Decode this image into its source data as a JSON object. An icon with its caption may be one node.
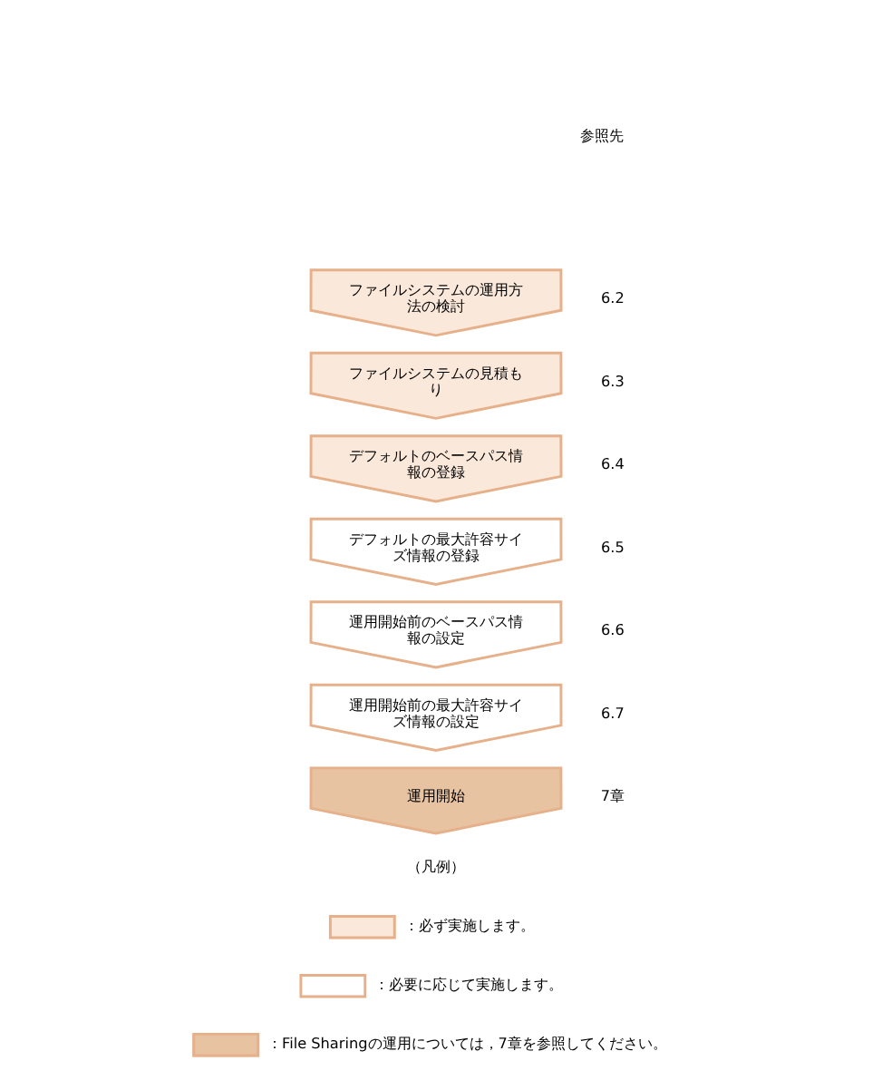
{
  "diagram": {
    "nodes": [
      {
        "text": [
          "ファイルシステムの運用方法の検討"
        ],
        "beside": [
          "6.2"
        ]
      },
      {
        "text": [
          "ファイルシステムの見積もり"
        ],
        "beside": [
          "6.3"
        ]
      },
      {
        "text": [
          "デフォルトのベースパス情報の登録"
        ],
        "beside": [
          "6.4"
        ]
      },
      {
        "text": [
          "デフォルトの最大許容サイズ情報の登録"
        ],
        "beside": [
          "6.5"
        ]
      },
      {
        "text": [
          "運用開始前のベースパス情報の設定"
        ],
        "beside": [
          "6.6"
        ]
      },
      {
        "text": [
          "運用開始前の最大許容サイズ情報の設定"
        ],
        "beside": [
          "6.7"
        ]
      },
      {
        "text": [
          "運用開始"
        ],
        "beside": [
          "7章"
        ]
      }
    ],
    "edges": [],
    "labels": [
      "参照先",
      "（凡例）"
    ],
    "legend": [
      {
        "text": "：必ず実施します。",
        "color": "#fae8da"
      },
      {
        "text": "：必要に応じて実施します。",
        "color": "#ffffff"
      },
      {
        "text": "：File Sharingの運用については，7章を参照してください。",
        "color": "#e8c3a2"
      }
    ]
  }
}
